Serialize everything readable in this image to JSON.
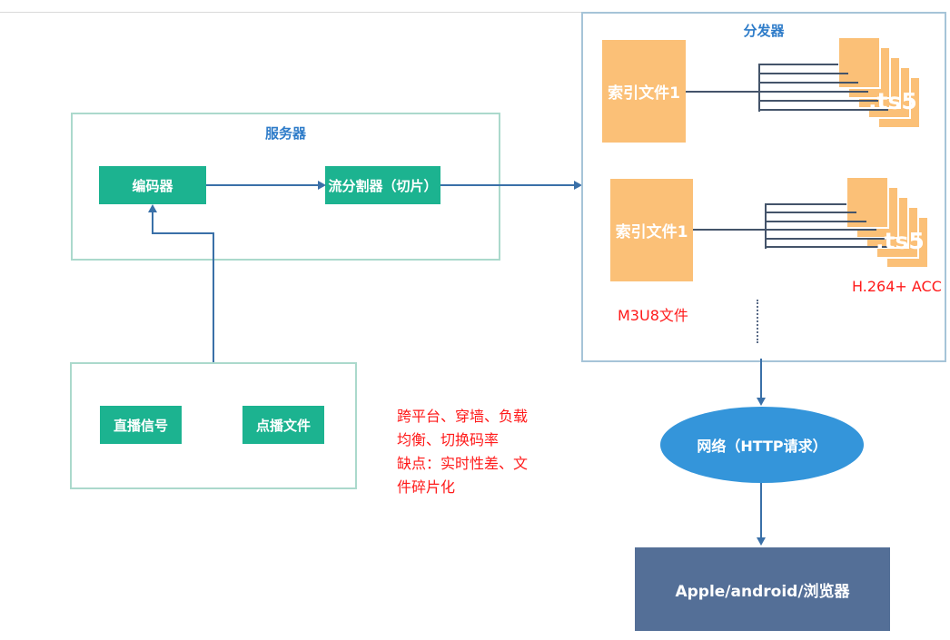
{
  "colors": {
    "node_green": "#1cb390",
    "node_orange": "#fbc077",
    "title_blue": "#2e7cc9",
    "annotation_red": "#ff1a1a",
    "network_blue": "#3495da",
    "client_blue": "#546f97",
    "connector": "#44546a",
    "arrow": "#3a70a8",
    "server_border": "#abd9cc",
    "distributor_border": "#a6c4d8"
  },
  "server": {
    "title": "服务器",
    "encoder_label": "编码器",
    "splitter_label": "流分割器（切片）"
  },
  "sources": {
    "live_label": "直播信号",
    "vod_label": "点播文件"
  },
  "notes": {
    "lines": [
      "跨平台、穿墙、负载",
      "均衡、切换码率",
      "缺点：实时性差、文",
      "件碎片化"
    ]
  },
  "distributor": {
    "title": "分发器",
    "index_file_1": "索引文件1",
    "index_file_2": "索引文件1",
    "ts_label_1": ".ts5",
    "ts_label_2": ".ts5",
    "m3u8_label": "M3U8文件",
    "codec_label": "H.264+ ACC"
  },
  "network": {
    "label": "网络（HTTP请求）"
  },
  "client": {
    "label": "Apple/android/浏览器"
  }
}
